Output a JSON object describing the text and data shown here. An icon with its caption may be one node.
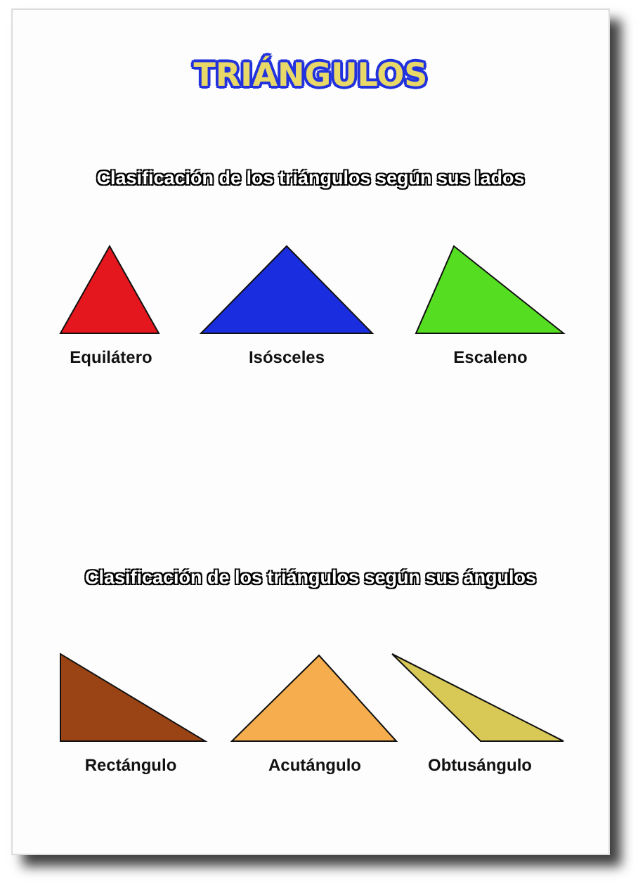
{
  "diagram": {
    "title": "TRIÁNGULOS",
    "nodes": [
      {
        "text": [
          "Equilátero"
        ]
      },
      {
        "text": [
          "Isósceles"
        ]
      },
      {
        "text": [
          "Escaleno"
        ]
      },
      {
        "text": [
          "Rectángulo"
        ]
      },
      {
        "text": [
          "Acutángulo"
        ]
      },
      {
        "text": [
          "Obtusángulo"
        ]
      }
    ],
    "labels": [
      "Clasificación de los triángulos según sus lados",
      "Clasificación de los triángulos según sus ángulos"
    ]
  }
}
